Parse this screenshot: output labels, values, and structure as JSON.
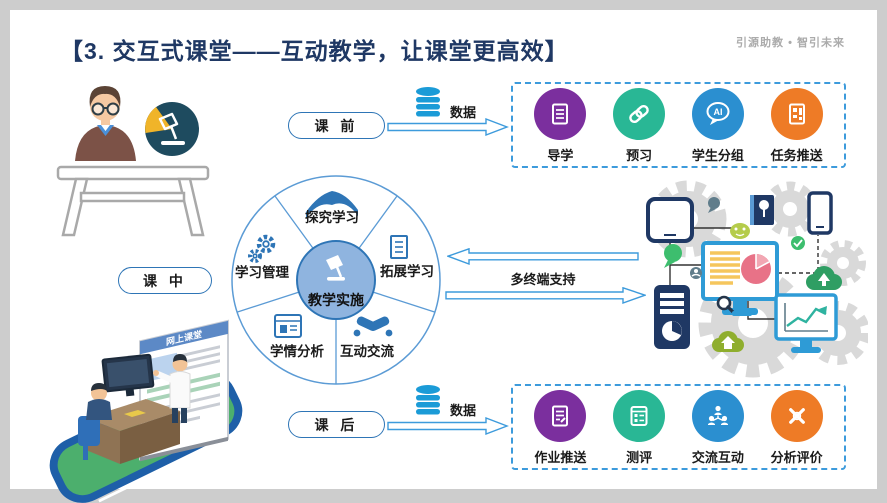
{
  "header": {
    "title": "【3. 交互式课堂——互动教学，让课堂更高效】",
    "tagline": "引源助教 • 智引未来"
  },
  "flows": {
    "pre": {
      "stage": "课 前",
      "data_label": "数据"
    },
    "mid": {
      "stage": "课 中",
      "support_label": "多终端支持"
    },
    "post": {
      "stage": "课 后",
      "data_label": "数据"
    }
  },
  "wheel": {
    "center_label": "教学实施",
    "segments": [
      {
        "label": "探究学习",
        "icon": "open-book-icon"
      },
      {
        "label": "拓展学习",
        "icon": "document-icon"
      },
      {
        "label": "互动交流",
        "icon": "handshake-icon"
      },
      {
        "label": "学情分析",
        "icon": "report-icon"
      },
      {
        "label": "学习管理",
        "icon": "gears-icon"
      }
    ]
  },
  "pre_class_box": {
    "items": [
      {
        "label": "导学",
        "color": "#7B2F9E",
        "icon": "document-icon"
      },
      {
        "label": "预习",
        "color": "#29B795",
        "icon": "link-icon"
      },
      {
        "label": "学生分组",
        "color": "#2B8FD0",
        "icon": "ai-chat-icon"
      },
      {
        "label": "任务推送",
        "color": "#EE7B26",
        "icon": "task-card-icon"
      }
    ]
  },
  "post_class_box": {
    "items": [
      {
        "label": "作业推送",
        "color": "#7B2F9E",
        "icon": "homework-icon"
      },
      {
        "label": "测评",
        "color": "#29B795",
        "icon": "checklist-icon"
      },
      {
        "label": "交流互动",
        "color": "#2B8FD0",
        "icon": "group-icon"
      },
      {
        "label": "分析评价",
        "color": "#EE7B26",
        "icon": "analysis-icon"
      }
    ]
  },
  "illustration": {
    "screen_title": "网上课堂"
  },
  "colors": {
    "title_navy": "#1F3864",
    "accent_blue": "#2E75B6",
    "arrow_blue": "#3D9BDC",
    "database_blue": "#1B9BD7",
    "wheel_center_fill": "#8FB4DF",
    "gear_gray": "#D9D9D9",
    "purple": "#7B2F9E",
    "green": "#29B795",
    "blue": "#2B8FD0",
    "orange": "#EE7B26"
  }
}
